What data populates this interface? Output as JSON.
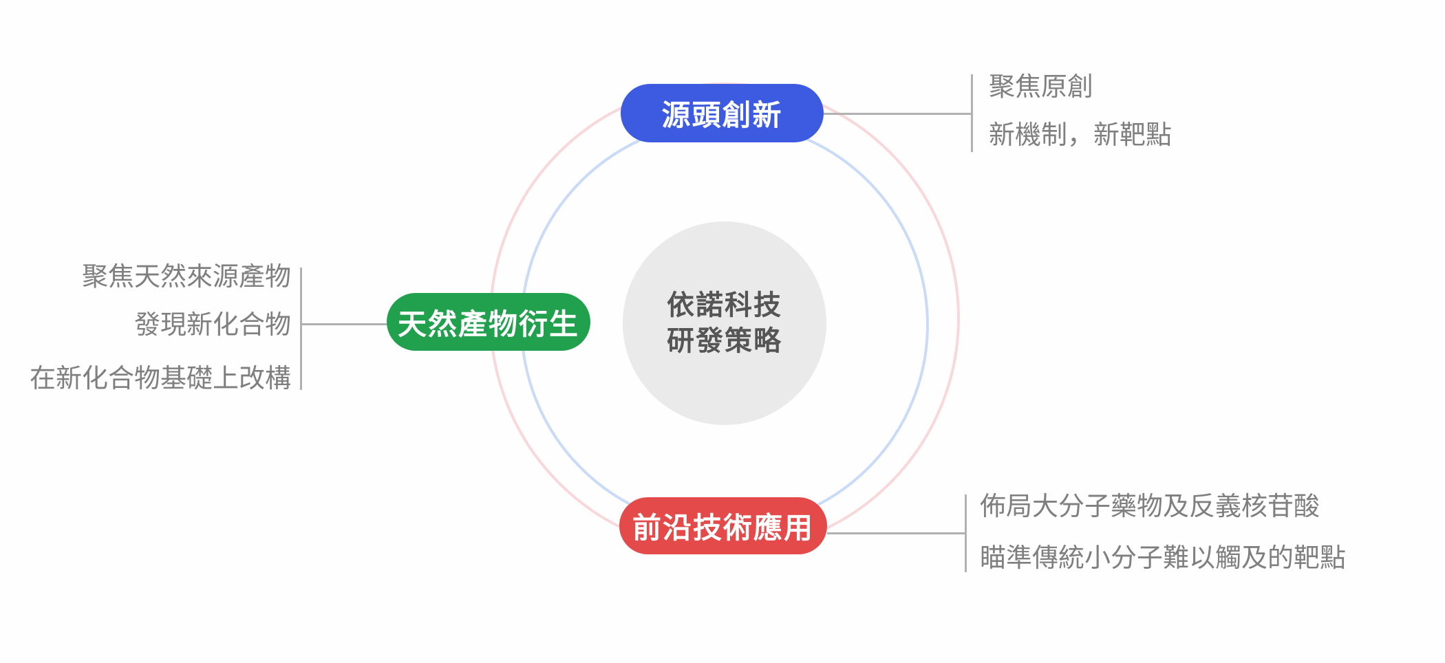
{
  "diagram": {
    "center": {
      "line1": "依諾科技",
      "line2": "研發策略"
    },
    "branches": [
      {
        "id": "source-innovation",
        "label": "源頭創新",
        "color": "#3D5BE0",
        "notes": [
          "聚焦原創",
          "新機制，新靶點"
        ]
      },
      {
        "id": "natural-product-derivation",
        "label": "天然產物衍生",
        "color": "#21A14E",
        "notes": [
          "聚焦天然來源產物",
          "發現新化合物",
          "在新化合物基礎上改構"
        ]
      },
      {
        "id": "frontier-technology-application",
        "label": "前沿技術應用",
        "color": "#E54A4A",
        "notes": [
          "佈局大分子藥物及反義核苷酸",
          "瞄準傳統小分子難以觸及的靶點"
        ]
      }
    ],
    "colors": {
      "background": "#FEFEFE",
      "center_circle": "#EAEAEA",
      "center_text": "#555555",
      "note_text": "#7F7F7F",
      "connector": "#B1B1B1",
      "ring_inner": "#C9DBF6",
      "ring_outer": "#F8D8DA"
    }
  }
}
